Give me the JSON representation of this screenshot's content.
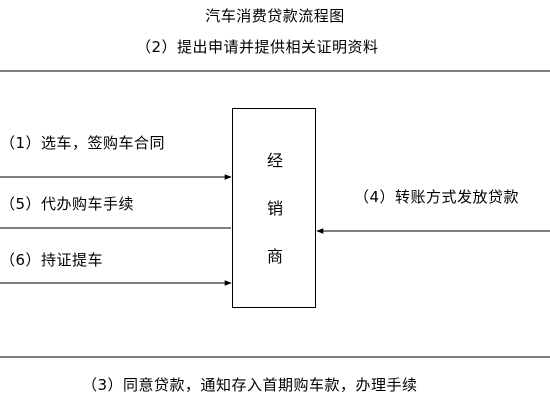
{
  "diagram": {
    "title": "汽车消费贷款流程图",
    "dealer": {
      "chars": [
        "经",
        "销",
        "商"
      ]
    },
    "steps": {
      "step1": "（1）选车，签购车合同",
      "step2": "（2）提出申请并提供相关证明资料",
      "step3": "（3）同意贷款，通知存入首期购车款，办理手续",
      "step4": "（4）转账方式发放贷款",
      "step5": "（5）代办购车手续",
      "step6": "（6）持证提车"
    }
  }
}
